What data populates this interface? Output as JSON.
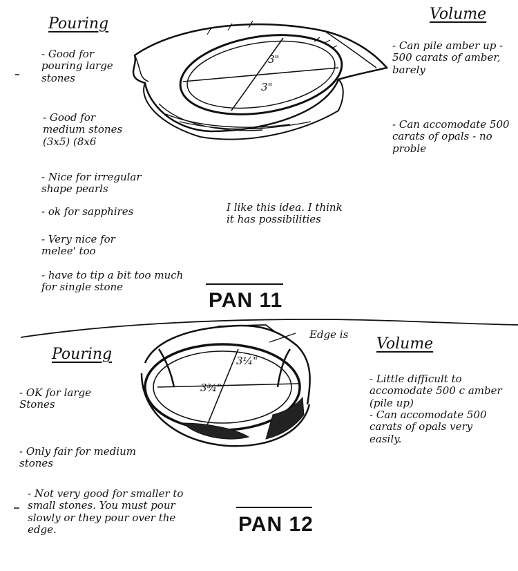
{
  "pan11": {
    "pouring_heading": "Pouring",
    "pouring_notes": [
      "- Good for pouring large stones",
      "- Good for medium stones (3x5) (8x6",
      "- Nice for irregular shape pearls",
      "- ok for sapphires",
      "- Very nice for melee' too",
      "- have to tip a bit too much for single stone"
    ],
    "volume_heading": "Volume",
    "volume_notes": [
      "- Can pile amber up - 500 carats of amber, barely",
      "- Can accomodate 500 carats of opals - no proble"
    ],
    "dim_top": "3\"",
    "dim_side": "3\"",
    "comment": "I like this idea. I think it has possibilities",
    "label": "PAN 11"
  },
  "pan12": {
    "pouring_heading": "Pouring",
    "pouring_notes": [
      "- OK for large Stones",
      "- Only fair for medium stones",
      "- Not very good for smaller to small stones. You must pour slowly or they pour over the edge."
    ],
    "edge_note": "Edge is",
    "volume_heading": "Volume",
    "volume_notes": [
      "- Little difficult to accomodate 500 c amber (pile up)",
      "- Can accomodate 500 carats of opals very easily."
    ],
    "dim_top": "3¼\"",
    "dim_side": "3¾\"",
    "label": "PAN 12"
  }
}
